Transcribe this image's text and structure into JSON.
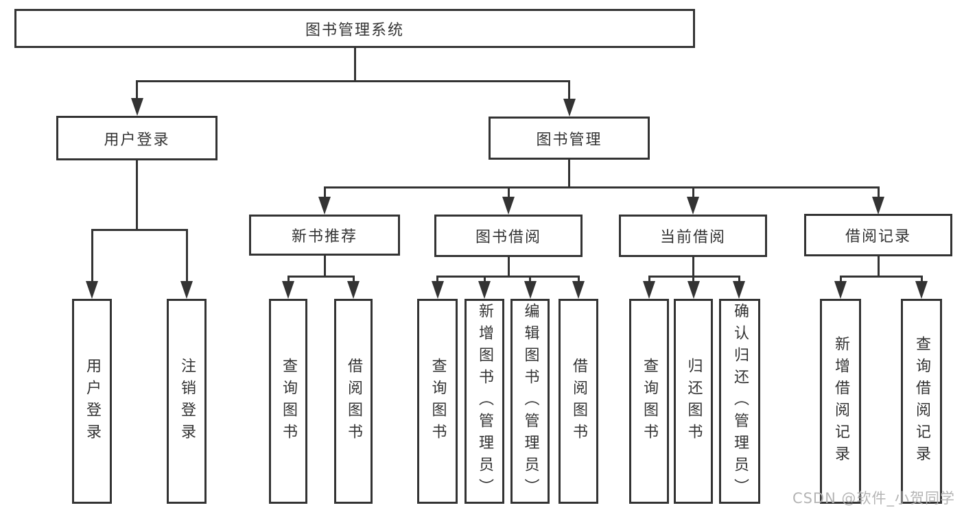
{
  "nodes": {
    "root": "图书管理系统",
    "user_login": "用户登录",
    "book_mgmt": "图书管理",
    "new_book": "新书推荐",
    "book_borrow": "图书借阅",
    "current_borrow": "当前借阅",
    "borrow_record": "借阅记录",
    "leaves": {
      "user_login": [
        "用户登录",
        "注销登录"
      ],
      "new_book": [
        "查询图书",
        "借阅图书"
      ],
      "book_borrow": [
        "查询图书",
        "新增图书（管理员）",
        "编辑图书（管理员）",
        "借阅图书"
      ],
      "current_borrow": [
        "查询图书",
        "归还图书",
        "确认归还（管理员）"
      ],
      "borrow_record": [
        "新增借阅记录",
        "查询借阅记录"
      ]
    }
  },
  "watermark": "CSDN @软件_小贺同学",
  "colors": {
    "line": "#333333",
    "box_border": "#333333",
    "box_bg": "#ffffff",
    "text": "#333333",
    "watermark": "#b0b0b0",
    "background": "#ffffff"
  }
}
